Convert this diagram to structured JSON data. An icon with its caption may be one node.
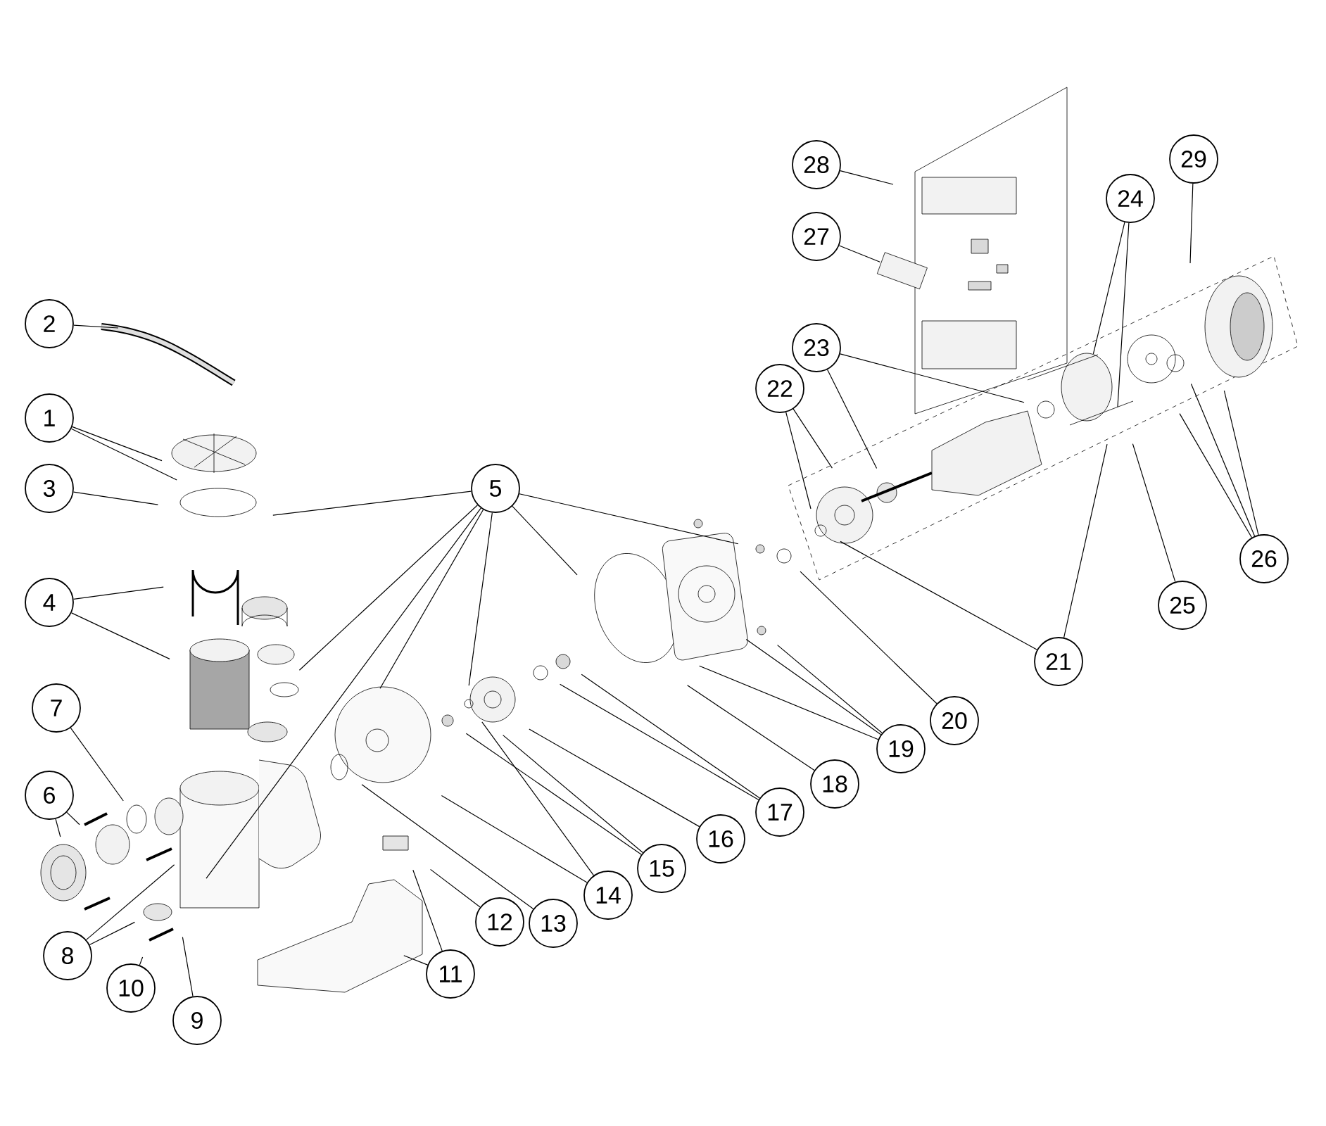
{
  "diagram": {
    "nodes": [
      {
        "text": [
          "1"
        ]
      },
      {
        "text": [
          "2"
        ]
      },
      {
        "text": [
          "3"
        ]
      },
      {
        "text": [
          "4"
        ]
      },
      {
        "text": [
          "5"
        ]
      },
      {
        "text": [
          "6"
        ]
      },
      {
        "text": [
          "7"
        ]
      },
      {
        "text": [
          "8"
        ]
      },
      {
        "text": [
          "9"
        ]
      },
      {
        "text": [
          "10"
        ]
      },
      {
        "text": [
          "11"
        ]
      },
      {
        "text": [
          "12"
        ]
      },
      {
        "text": [
          "13"
        ]
      },
      {
        "text": [
          "14"
        ]
      },
      {
        "text": [
          "15"
        ]
      },
      {
        "text": [
          "16"
        ]
      },
      {
        "text": [
          "17"
        ]
      },
      {
        "text": [
          "18"
        ]
      },
      {
        "text": [
          "19"
        ]
      },
      {
        "text": [
          "20"
        ]
      },
      {
        "text": [
          "21"
        ]
      },
      {
        "text": [
          "22"
        ]
      },
      {
        "text": [
          "23"
        ]
      },
      {
        "text": [
          "24"
        ]
      },
      {
        "text": [
          "25"
        ]
      },
      {
        "text": [
          "26"
        ]
      },
      {
        "text": [
          "27"
        ]
      },
      {
        "text": [
          "28"
        ]
      },
      {
        "text": [
          "29"
        ]
      }
    ],
    "edges": [
      {
        "from": 0,
        "to": null,
        "arrow": "none"
      },
      {
        "from": 0,
        "to": null,
        "arrow": "none"
      },
      {
        "from": 1,
        "to": null,
        "arrow": "none"
      },
      {
        "from": 2,
        "to": null,
        "arrow": "none"
      },
      {
        "from": 3,
        "to": null,
        "arrow": "none"
      },
      {
        "from": 3,
        "to": null,
        "arrow": "none"
      },
      {
        "from": 4,
        "to": null,
        "arrow": "none"
      },
      {
        "from": 4,
        "to": null,
        "arrow": "none"
      },
      {
        "from": 4,
        "to": null,
        "arrow": "none"
      },
      {
        "from": 4,
        "to": null,
        "arrow": "none"
      },
      {
        "from": 4,
        "to": null,
        "arrow": "none"
      },
      {
        "from": 4,
        "to": null,
        "arrow": "none"
      },
      {
        "from": 4,
        "to": null,
        "arrow": "none"
      },
      {
        "from": 5,
        "to": null,
        "arrow": "none"
      },
      {
        "from": 5,
        "to": null,
        "arrow": "none"
      },
      {
        "from": 6,
        "to": null,
        "arrow": "none"
      },
      {
        "from": 7,
        "to": null,
        "arrow": "none"
      },
      {
        "from": 7,
        "to": null,
        "arrow": "none"
      },
      {
        "from": 8,
        "to": null,
        "arrow": "none"
      },
      {
        "from": 9,
        "to": null,
        "arrow": "none"
      },
      {
        "from": 10,
        "to": null,
        "arrow": "none"
      },
      {
        "from": 10,
        "to": null,
        "arrow": "none"
      },
      {
        "from": 11,
        "to": null,
        "arrow": "none"
      },
      {
        "from": 12,
        "to": null,
        "arrow": "none"
      },
      {
        "from": 13,
        "to": null,
        "arrow": "none"
      },
      {
        "from": 13,
        "to": null,
        "arrow": "none"
      },
      {
        "from": 14,
        "to": null,
        "arrow": "none"
      },
      {
        "from": 14,
        "to": null,
        "arrow": "none"
      },
      {
        "from": 15,
        "to": null,
        "arrow": "none"
      },
      {
        "from": 16,
        "to": null,
        "arrow": "none"
      },
      {
        "from": 16,
        "to": null,
        "arrow": "none"
      },
      {
        "from": 17,
        "to": null,
        "arrow": "none"
      },
      {
        "from": 18,
        "to": null,
        "arrow": "none"
      },
      {
        "from": 18,
        "to": null,
        "arrow": "none"
      },
      {
        "from": 18,
        "to": null,
        "arrow": "none"
      },
      {
        "from": 19,
        "to": null,
        "arrow": "none"
      },
      {
        "from": 20,
        "to": null,
        "arrow": "none"
      },
      {
        "from": 20,
        "to": null,
        "arrow": "none"
      },
      {
        "from": 21,
        "to": null,
        "arrow": "none"
      },
      {
        "from": 21,
        "to": null,
        "arrow": "none"
      },
      {
        "from": 22,
        "to": null,
        "arrow": "none"
      },
      {
        "from": 22,
        "to": null,
        "arrow": "none"
      },
      {
        "from": 23,
        "to": null,
        "arrow": "none"
      },
      {
        "from": 23,
        "to": null,
        "arrow": "none"
      },
      {
        "from": 24,
        "to": null,
        "arrow": "none"
      },
      {
        "from": 25,
        "to": null,
        "arrow": "none"
      },
      {
        "from": 25,
        "to": null,
        "arrow": "none"
      },
      {
        "from": 25,
        "to": null,
        "arrow": "none"
      },
      {
        "from": 26,
        "to": null,
        "arrow": "none"
      },
      {
        "from": 27,
        "to": null,
        "arrow": "none"
      },
      {
        "from": 28,
        "to": null,
        "arrow": "none"
      }
    ]
  }
}
